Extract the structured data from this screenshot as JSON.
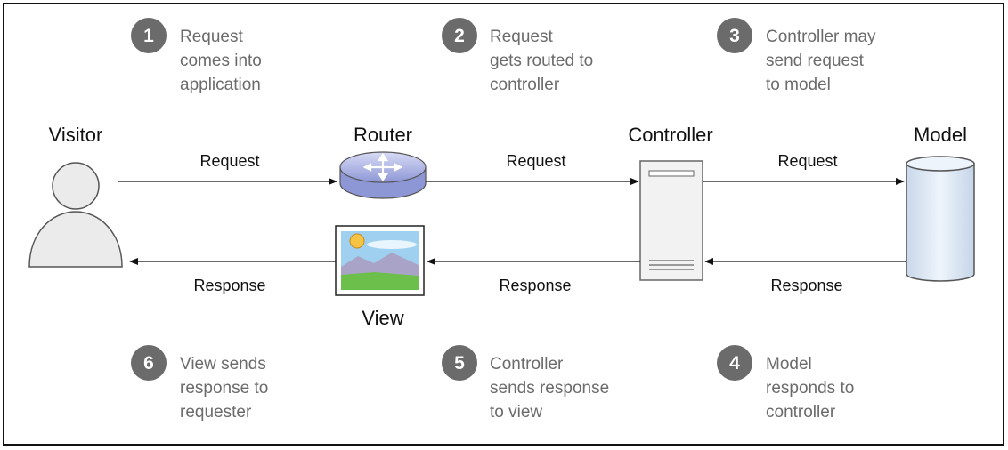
{
  "nodes": {
    "visitor": "Visitor",
    "router": "Router",
    "controller": "Controller",
    "model": "Model",
    "view": "View"
  },
  "arrows": {
    "visitor_to_router": "Request",
    "router_to_controller": "Request",
    "controller_to_model": "Request",
    "model_to_controller": "Response",
    "controller_to_view": "Response",
    "view_to_visitor": "Response"
  },
  "steps": [
    {
      "number": "1",
      "lines": [
        "Request",
        "comes into",
        "application"
      ]
    },
    {
      "number": "2",
      "lines": [
        "Request",
        "gets routed to",
        "controller"
      ]
    },
    {
      "number": "3",
      "lines": [
        "Controller may",
        "send request",
        "to model"
      ]
    },
    {
      "number": "4",
      "lines": [
        "Model",
        "responds to",
        "controller"
      ]
    },
    {
      "number": "5",
      "lines": [
        "Controller",
        "sends response",
        "to view"
      ]
    },
    {
      "number": "6",
      "lines": [
        "View sends",
        "response to",
        "requester"
      ]
    }
  ],
  "colors": {
    "step_badge": "#6b6b6b",
    "step_text": "#6b6b6b",
    "line": "#111111",
    "router_fill": "#b9bfe8",
    "model_fill": "#dde8f4",
    "controller_fill": "#f2f2f2",
    "view_sky": "#9fd0f0",
    "view_grass": "#6cbf4a",
    "view_mountain": "#a9a3c8",
    "view_sun": "#f6c445"
  },
  "icons": {
    "visitor": "person-icon",
    "router": "router-icon",
    "controller": "server-icon",
    "model": "database-cylinder-icon",
    "view": "landscape-picture-icon"
  }
}
